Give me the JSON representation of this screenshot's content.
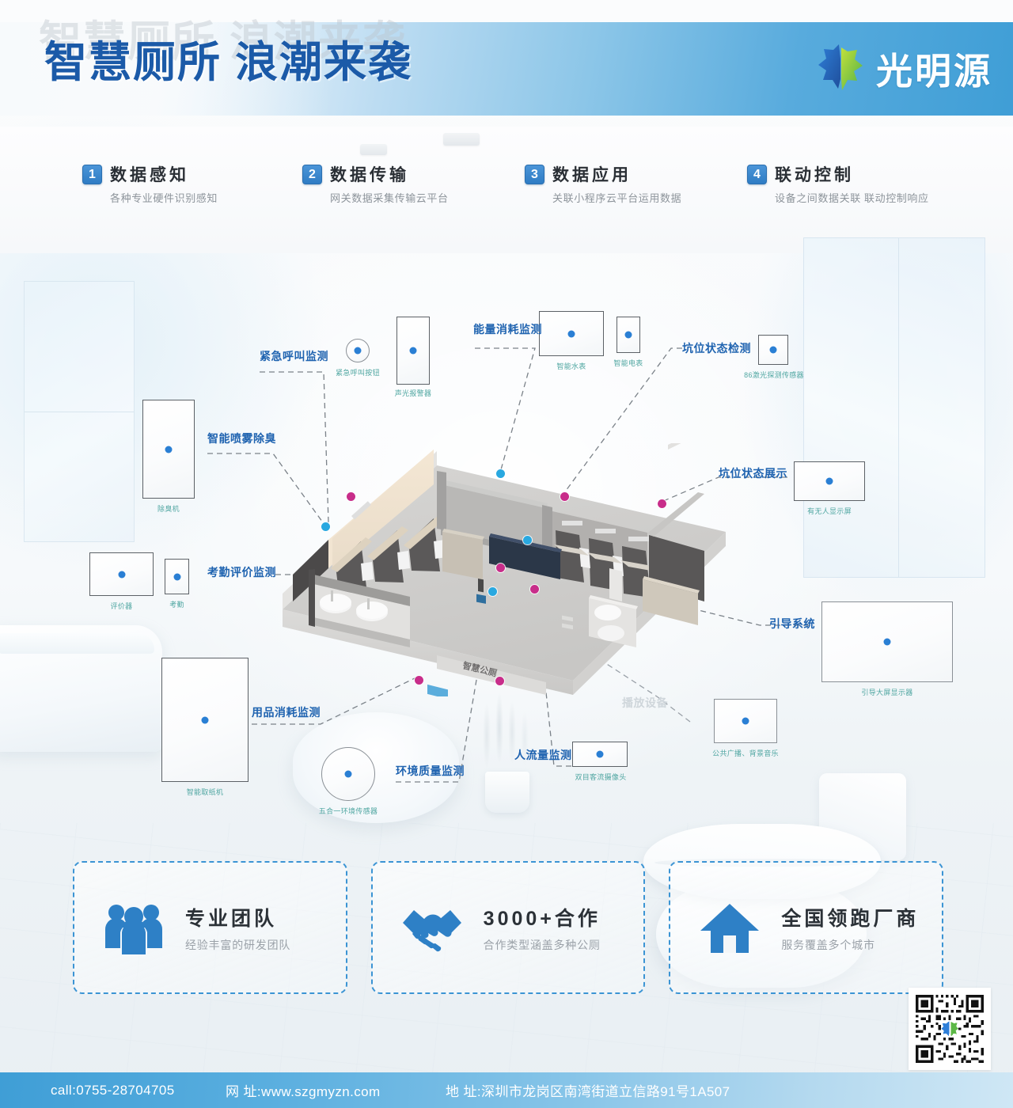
{
  "header": {
    "title": "智慧厕所 浪潮来袭",
    "brand_name": "光明源",
    "brand_logo_icon": "leaf-logo-icon",
    "gradient_from": "#f7fafc",
    "gradient_to": "#3f9ed6",
    "title_color": "#1b5aa8"
  },
  "steps": [
    {
      "num": "1",
      "title": "数据感知",
      "desc": "各种专业硬件识别感知"
    },
    {
      "num": "2",
      "title": "数据传输",
      "desc": "网关数据采集传输云平台"
    },
    {
      "num": "3",
      "title": "数据应用",
      "desc": "关联小程序云平台运用数据"
    },
    {
      "num": "4",
      "title": "联动控制",
      "desc": "设备之间数据关联 联动控制响应"
    }
  ],
  "diagram": {
    "scene_label": "智慧公厕",
    "accent_blue": "#29a8e0",
    "accent_pink": "#c82d8a",
    "label_color": "#1f63b0",
    "caption_color": "#4fa6a1",
    "callouts": [
      {
        "label": "紧急呼叫监测",
        "caption": "",
        "dim": false
      },
      {
        "label": "智能喷雾除臭",
        "caption": "",
        "dim": false
      },
      {
        "label": "能量消耗监测",
        "caption": "",
        "dim": false
      },
      {
        "label": "坑位状态检测",
        "caption": "",
        "dim": false
      },
      {
        "label": "坑位状态展示",
        "caption": "",
        "dim": false
      },
      {
        "label": "考勤评价监测",
        "caption": "",
        "dim": false
      },
      {
        "label": "用品消耗监测",
        "caption": "",
        "dim": false
      },
      {
        "label": "环境质量监测",
        "caption": "",
        "dim": false
      },
      {
        "label": "人流量监测",
        "caption": "",
        "dim": false
      },
      {
        "label": "引导系统",
        "caption": "",
        "dim": false
      },
      {
        "label": "播放设备",
        "caption": "",
        "dim": true
      }
    ],
    "devices": [
      {
        "caption": "除臭机"
      },
      {
        "caption": "紧急呼叫按钮"
      },
      {
        "caption": "声光报警器"
      },
      {
        "caption": "智能水表"
      },
      {
        "caption": "智能电表"
      },
      {
        "caption": "86激光探测传感器"
      },
      {
        "caption": "有无人显示屏"
      },
      {
        "caption": "评价器"
      },
      {
        "caption": "考勤"
      },
      {
        "caption": "智能取纸机"
      },
      {
        "caption": "五合一环境传感器"
      },
      {
        "caption": "双目客流摄像头"
      },
      {
        "caption": "公共广播、背景音乐"
      },
      {
        "caption": "引导大屏显示器"
      }
    ]
  },
  "features": [
    {
      "icon": "team-people-icon",
      "title": "专业团队",
      "desc": "经验丰富的研发团队"
    },
    {
      "icon": "handshake-icon",
      "title": "3000+合作",
      "desc": "合作类型涵盖多种公厕"
    },
    {
      "icon": "house-icon",
      "title": "全国领跑厂商",
      "desc": "服务覆盖多个城市"
    }
  ],
  "footer": {
    "call": "call:0755-28704705",
    "web": "网 址:www.szgmyzn.com",
    "address": "地 址:深圳市龙岗区南湾街道立信路91号1A507",
    "bg_from": "#3f9ed6",
    "bg_to": "#cfe7f5"
  },
  "qr": {
    "icon": "qr-code-icon"
  }
}
